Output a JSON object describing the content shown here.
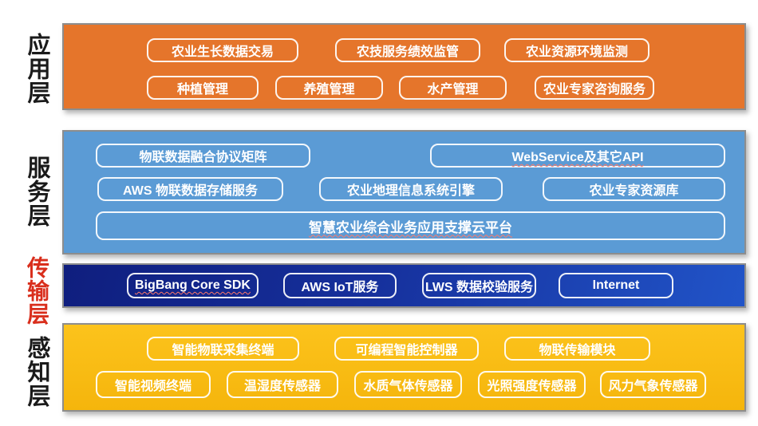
{
  "colors": {
    "application_bg": "#E5752B",
    "service_bg": "#5B9BD5",
    "transport_bg_start": "#0F1E7E",
    "transport_bg_end": "#2154C8",
    "perception_bg": "#F9BD14",
    "transport_label_text": "#D92E1C",
    "layer_label_text": "#1A1A1A",
    "item_border": "#FFFFFF",
    "item_text": "#FFFFFF"
  },
  "layers": [
    {
      "name": "应用层",
      "rows": [
        {
          "items": [
            {
              "label": "农业生长数据交易"
            },
            {
              "label": "农技服务绩效监管"
            },
            {
              "label": "农业资源环境监测"
            }
          ]
        },
        {
          "items": [
            {
              "label": "种植管理"
            },
            {
              "label": "养殖管理"
            },
            {
              "label": "水产管理"
            },
            {
              "label": "农业专家咨询服务"
            }
          ]
        }
      ]
    },
    {
      "name": "服务层",
      "rows": [
        {
          "items": [
            {
              "label": "物联数据融合协议矩阵"
            },
            {
              "label": "WebService及其它API"
            }
          ]
        },
        {
          "items": [
            {
              "label": "AWS 物联数据存储服务"
            },
            {
              "label": "农业地理信息系统引擎"
            },
            {
              "label": "农业专家资源库"
            }
          ]
        },
        {
          "items": [
            {
              "label": "智慧农业综合业务应用支撑云平台"
            }
          ]
        }
      ]
    },
    {
      "name": "传输层",
      "rows": [
        {
          "items": [
            {
              "label": "BigBang Core SDK"
            },
            {
              "label": "AWS IoT服务"
            },
            {
              "label": "LWS 数据校验服务"
            },
            {
              "label": "Internet"
            }
          ]
        }
      ]
    },
    {
      "name": "感知层",
      "rows": [
        {
          "items": [
            {
              "label": "智能物联采集终端"
            },
            {
              "label": "可编程智能控制器"
            },
            {
              "label": "物联传输模块"
            }
          ]
        },
        {
          "items": [
            {
              "label": "智能视频终端"
            },
            {
              "label": "温湿度传感器"
            },
            {
              "label": "水质气体传感器"
            },
            {
              "label": "光照强度传感器"
            },
            {
              "label": "风力气象传感器"
            }
          ]
        }
      ]
    }
  ]
}
